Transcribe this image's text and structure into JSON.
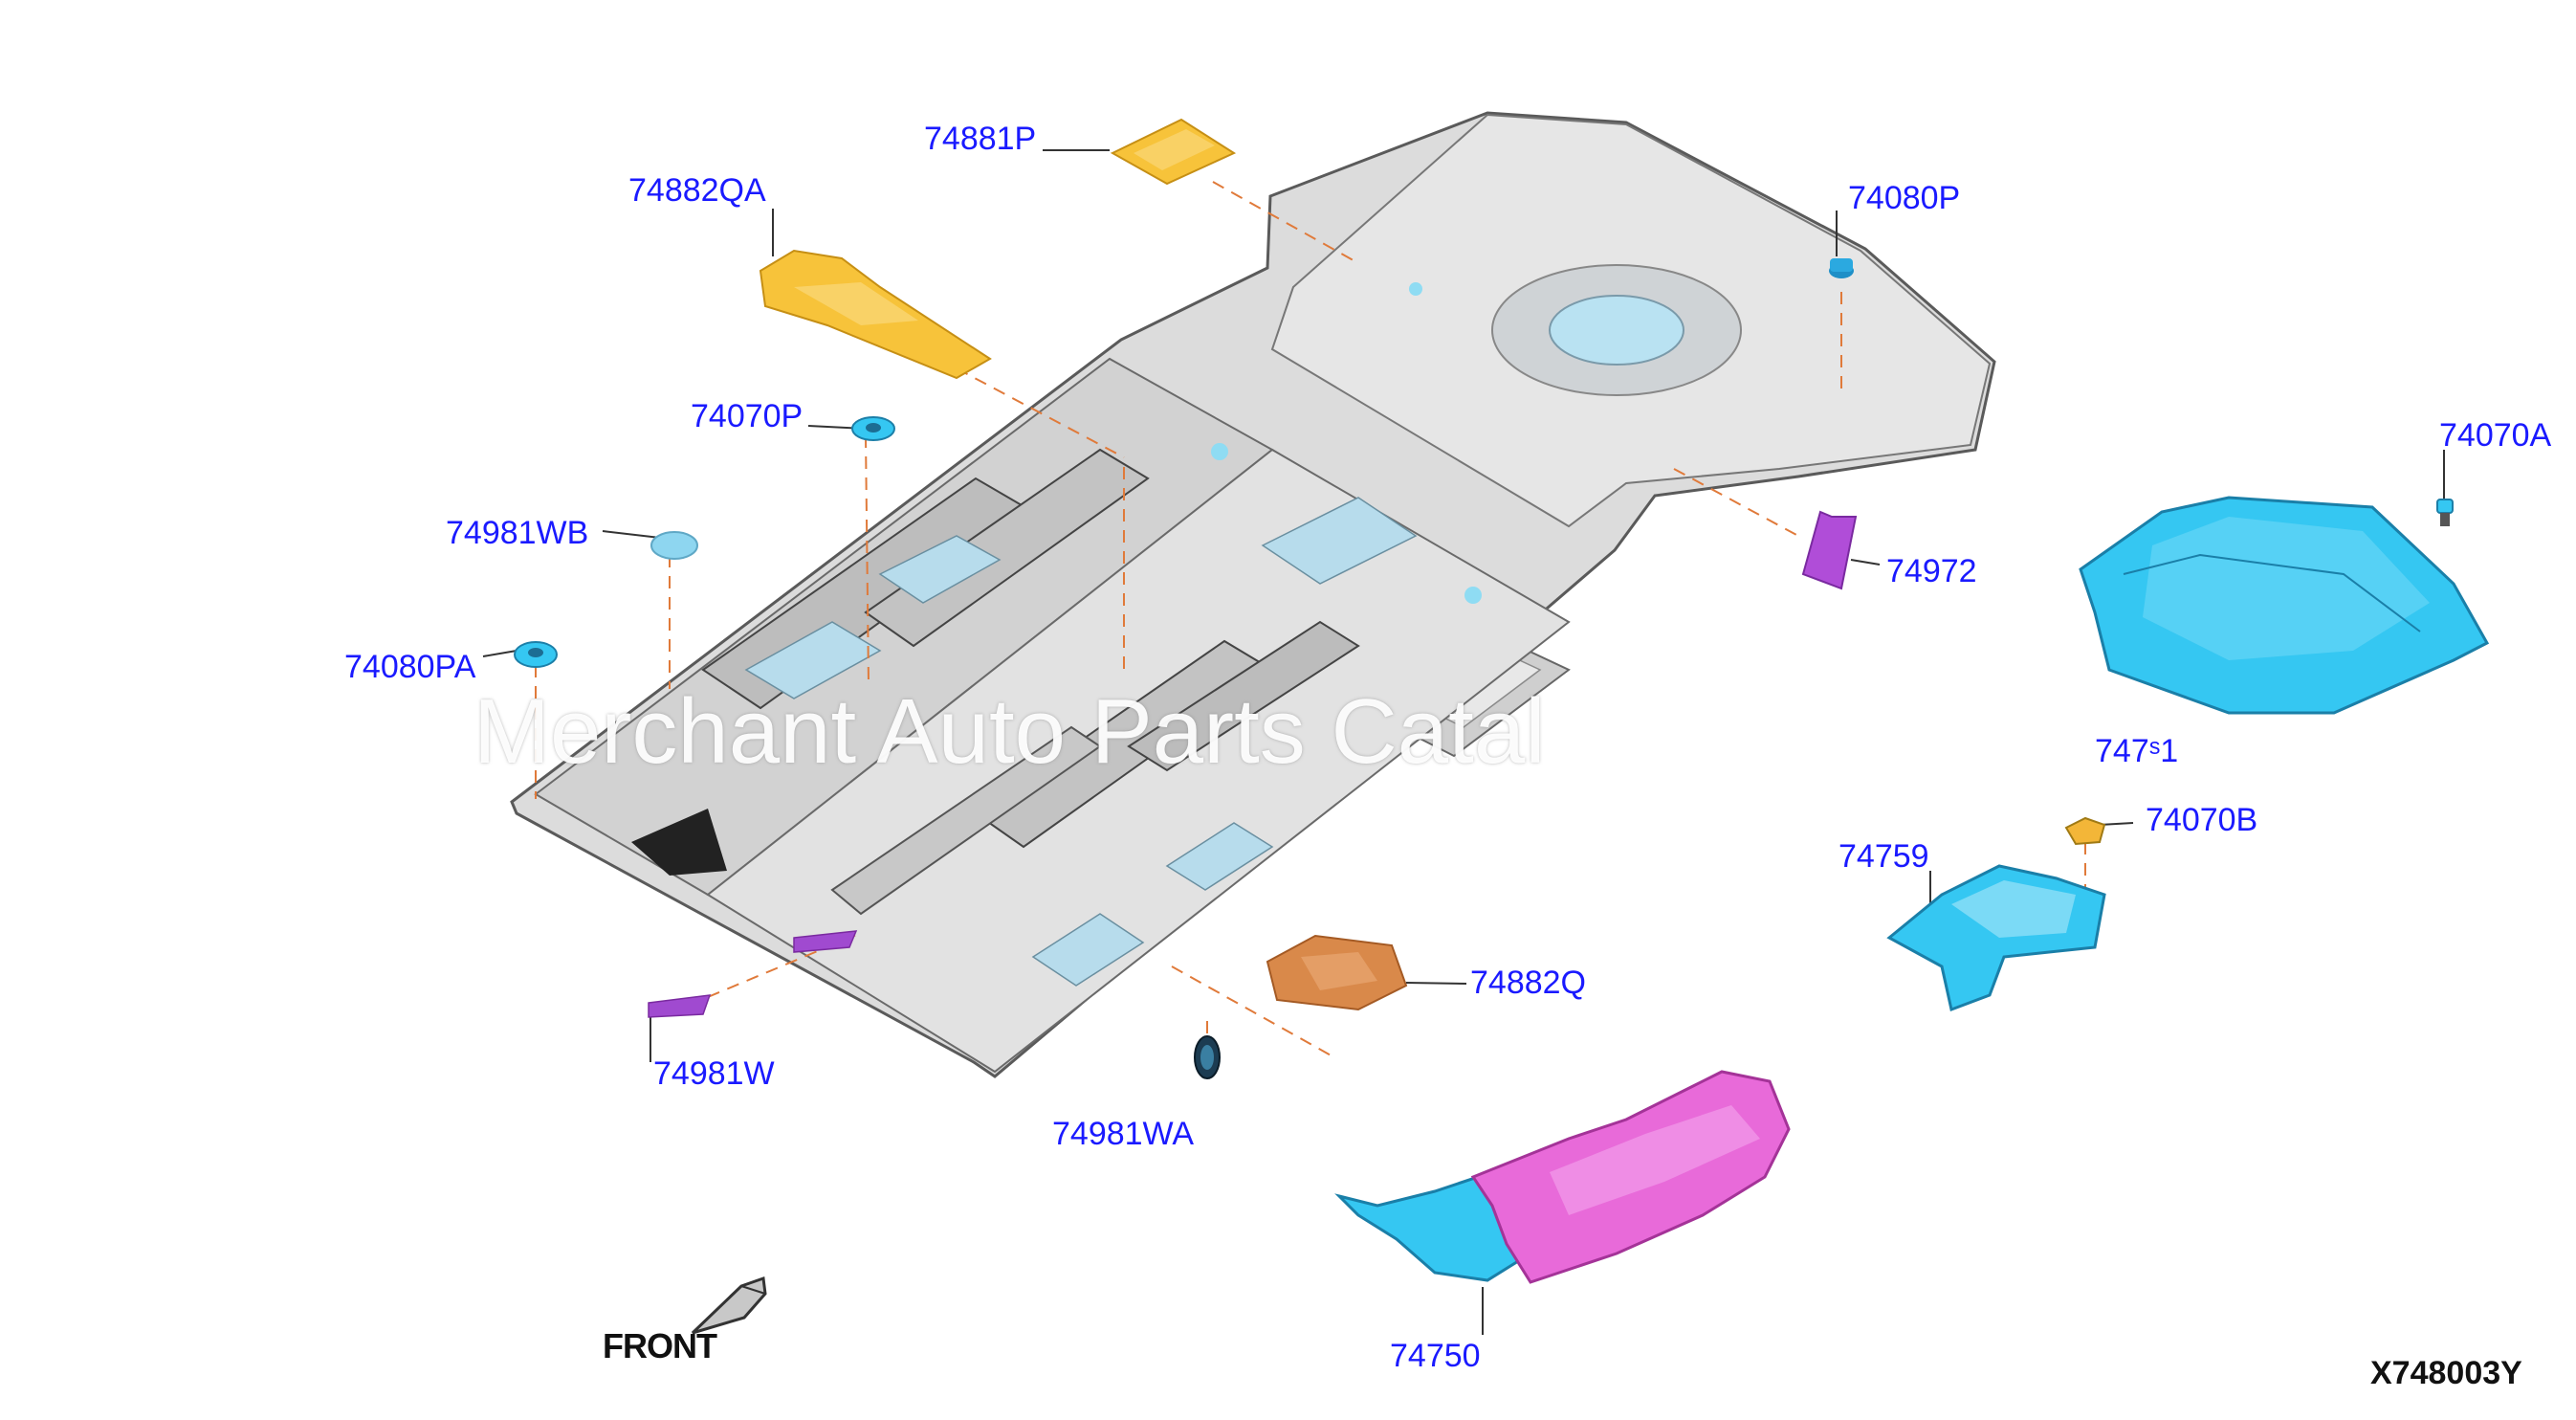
{
  "diagram": {
    "watermark": "Merchant Auto Parts Catal",
    "front_label": "FRONT",
    "diagram_code": "X748003Y",
    "part_labels": {
      "p74881P": "74881P",
      "p74882QA": "74882QA",
      "p74080P": "74080P",
      "p74070P": "74070P",
      "p74981WB": "74981WB",
      "p74080PA": "74080PA",
      "p74070A": "74070A",
      "p74972": "74972",
      "p74751": "747ˢ1",
      "p74070B": "74070B",
      "p74759": "74759",
      "p74882Q": "74882Q",
      "p74981W": "74981W",
      "p74981WA": "74981WA",
      "p74750": "74750"
    },
    "colors": {
      "label_text": "#1a1aff",
      "floor_panel": "#d8d8d8",
      "insulator_yellow": "#f7c33a",
      "insulator_orange": "#d9894a",
      "heat_shield_blue": "#35c7f2",
      "heat_shield_magenta": "#e86ad9",
      "pad_purple": "#a04ad0",
      "leader_line": "#e07a3a"
    }
  }
}
